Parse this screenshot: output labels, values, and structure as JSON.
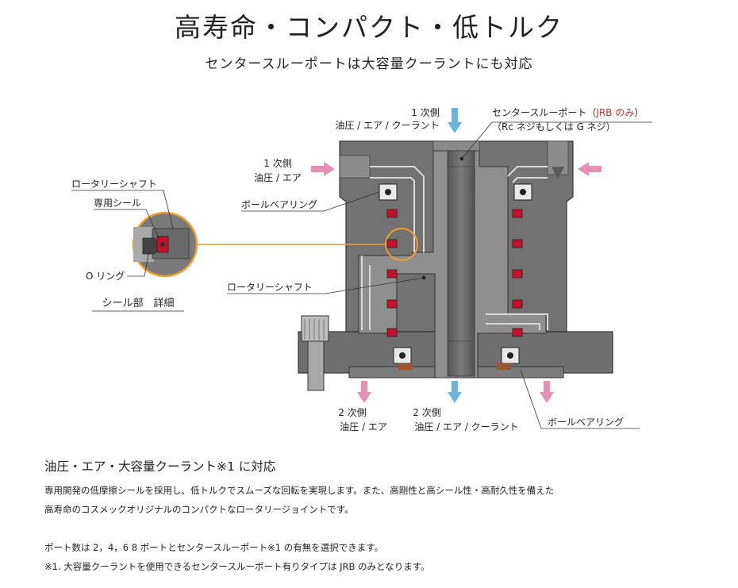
{
  "header": {
    "title": "高寿命・コンパクト・低トルク",
    "subtitle": "センタースルーポートは大容量クーラントにも対応"
  },
  "diagram": {
    "labels": {
      "primary_top_1": "1 次側",
      "primary_top_2": "油圧 / エア / クーラント",
      "center_port_1": "センタースルーポート（",
      "center_port_jrb": "JRB のみ",
      "center_port_close": "）",
      "center_port_2": "（Rc ネジもしくは G ネジ）",
      "primary_left_1": "1 次側",
      "primary_left_2": "油圧 / エア",
      "rotary_shaft_top": "ロータリーシャフト",
      "dedicated_seal": "専用シール",
      "o_ring": "O リング",
      "seal_detail": "シール部　詳細",
      "ball_bearing_top": "ボールベアリング",
      "rotary_shaft_mid": "ロータリーシャフト",
      "secondary_left_1": "2 次側",
      "secondary_left_2": "油圧 / エア",
      "secondary_mid_1": "2 次側",
      "secondary_mid_2": "油圧 / エア / クーラント",
      "ball_bearing_bottom": "ボールベアリング"
    },
    "colors": {
      "body": "#6f6f6f",
      "body_light": "#9a9a9a",
      "body_dark": "#4a4a4a",
      "seal_red": "#c8102e",
      "arrow_pink": "#e58fb6",
      "arrow_blue": "#6ab4e0",
      "highlight_orange": "#f0a030",
      "bearing_brown": "#a0522d"
    }
  },
  "description": {
    "heading": "油圧・エア・大容量クーラント※1 に対応",
    "line1": "専用開発の低摩擦シールを採用し、低トルクでスムーズな回転を実現します。また、高剛性と高シール性・高耐久性を備えた",
    "line2": "高寿命のコスメックオリジナルのコンパクトなロータリージョイントです。",
    "line3": "ポート数は 2，4，6 8 ポートとセンタースルーポート※1 の有無を選択できます。",
    "line4": "※1. 大容量クーラントを使用できるセンタースルーポート有りタイプは JRB のみとなります。"
  }
}
